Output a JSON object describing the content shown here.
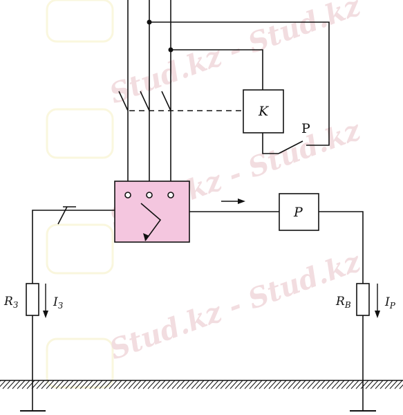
{
  "watermark": {
    "text": "Stud.kz - Stud.kz"
  },
  "relay": {
    "coil_label": "K",
    "contact_label": "P"
  },
  "protector": {
    "label": "P"
  },
  "left_resistor": {
    "label": "R",
    "subscript": "З"
  },
  "left_current": {
    "label": "I",
    "subscript": "З"
  },
  "right_resistor": {
    "label": "R",
    "subscript": "B"
  },
  "right_current": {
    "label": "I",
    "subscript": "P"
  },
  "colors": {
    "housing_fill": "#f4c6df",
    "line": "#111111",
    "watermark": "#f2dde0"
  }
}
